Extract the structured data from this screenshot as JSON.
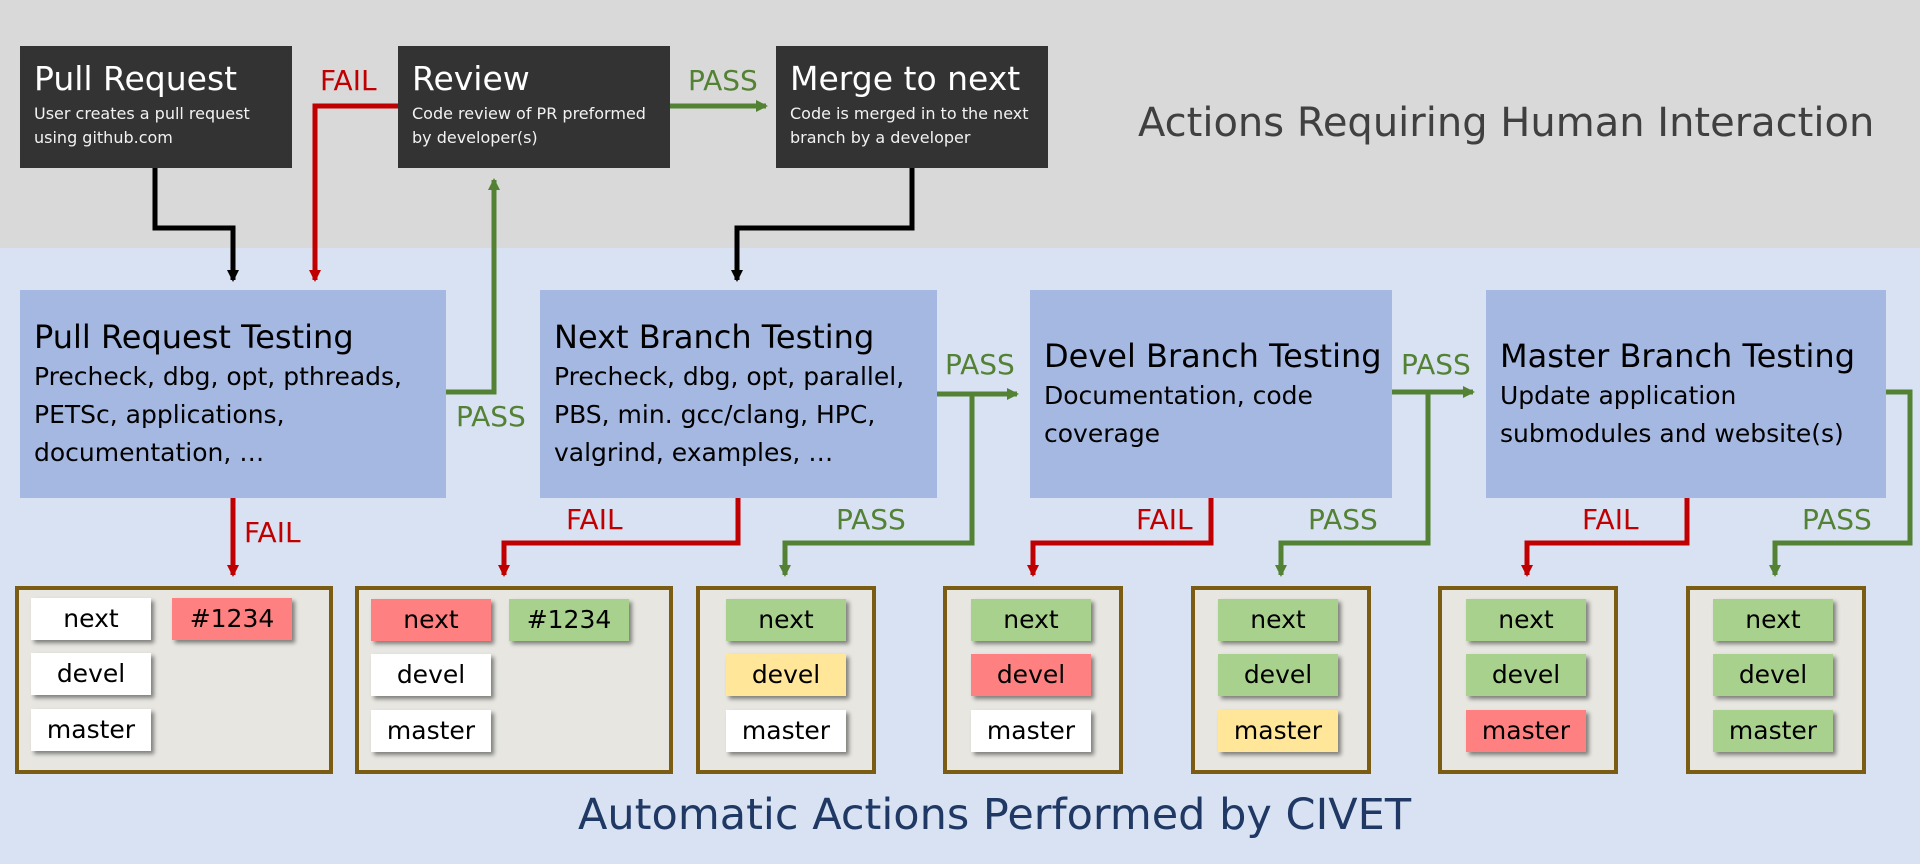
{
  "sections": {
    "human": "Actions Requiring Human Interaction",
    "auto": "Automatic Actions Performed by CIVET"
  },
  "human_steps": [
    {
      "title": "Pull Request",
      "desc": "User creates a pull request using github.com"
    },
    {
      "title": "Review",
      "desc": "Code review of PR preformed by developer(s)"
    },
    {
      "title": "Merge to next",
      "desc": "Code is merged in to the next branch by a developer"
    }
  ],
  "test_stages": [
    {
      "title": "Pull Request Testing",
      "desc": "Precheck, dbg, opt, pthreads, PETSc, applications, documentation, …"
    },
    {
      "title": "Next Branch Testing",
      "desc": "Precheck, dbg, opt, parallel, PBS, min. gcc/clang, HPC, valgrind, examples, …"
    },
    {
      "title": "Devel Branch Testing",
      "desc": "Documentation, code coverage"
    },
    {
      "title": "Master Branch Testing",
      "desc": "Update application submodules and website(s)"
    }
  ],
  "edge_labels": {
    "fail": "FAIL",
    "pass": "PASS"
  },
  "status_panels": [
    {
      "pills": [
        {
          "label": "next",
          "state": "white"
        },
        {
          "label": "#1234",
          "state": "red"
        },
        {
          "label": "devel",
          "state": "white"
        },
        {
          "label": "master",
          "state": "white"
        }
      ]
    },
    {
      "pills": [
        {
          "label": "next",
          "state": "red"
        },
        {
          "label": "#1234",
          "state": "green"
        },
        {
          "label": "devel",
          "state": "white"
        },
        {
          "label": "master",
          "state": "white"
        }
      ]
    },
    {
      "pills": [
        {
          "label": "next",
          "state": "green"
        },
        {
          "label": "devel",
          "state": "yellow"
        },
        {
          "label": "master",
          "state": "white"
        }
      ]
    },
    {
      "pills": [
        {
          "label": "next",
          "state": "green"
        },
        {
          "label": "devel",
          "state": "red"
        },
        {
          "label": "master",
          "state": "white"
        }
      ]
    },
    {
      "pills": [
        {
          "label": "next",
          "state": "green"
        },
        {
          "label": "devel",
          "state": "green"
        },
        {
          "label": "master",
          "state": "yellow"
        }
      ]
    },
    {
      "pills": [
        {
          "label": "next",
          "state": "green"
        },
        {
          "label": "devel",
          "state": "green"
        },
        {
          "label": "master",
          "state": "red"
        }
      ]
    },
    {
      "pills": [
        {
          "label": "next",
          "state": "green"
        },
        {
          "label": "devel",
          "state": "green"
        },
        {
          "label": "master",
          "state": "green"
        }
      ]
    }
  ],
  "colors": {
    "fail": "#c00000",
    "pass": "#548235",
    "flow": "#000000",
    "white": "#ffffff",
    "red": "#ff8080",
    "green": "#a9d18e",
    "yellow": "#ffe699"
  }
}
